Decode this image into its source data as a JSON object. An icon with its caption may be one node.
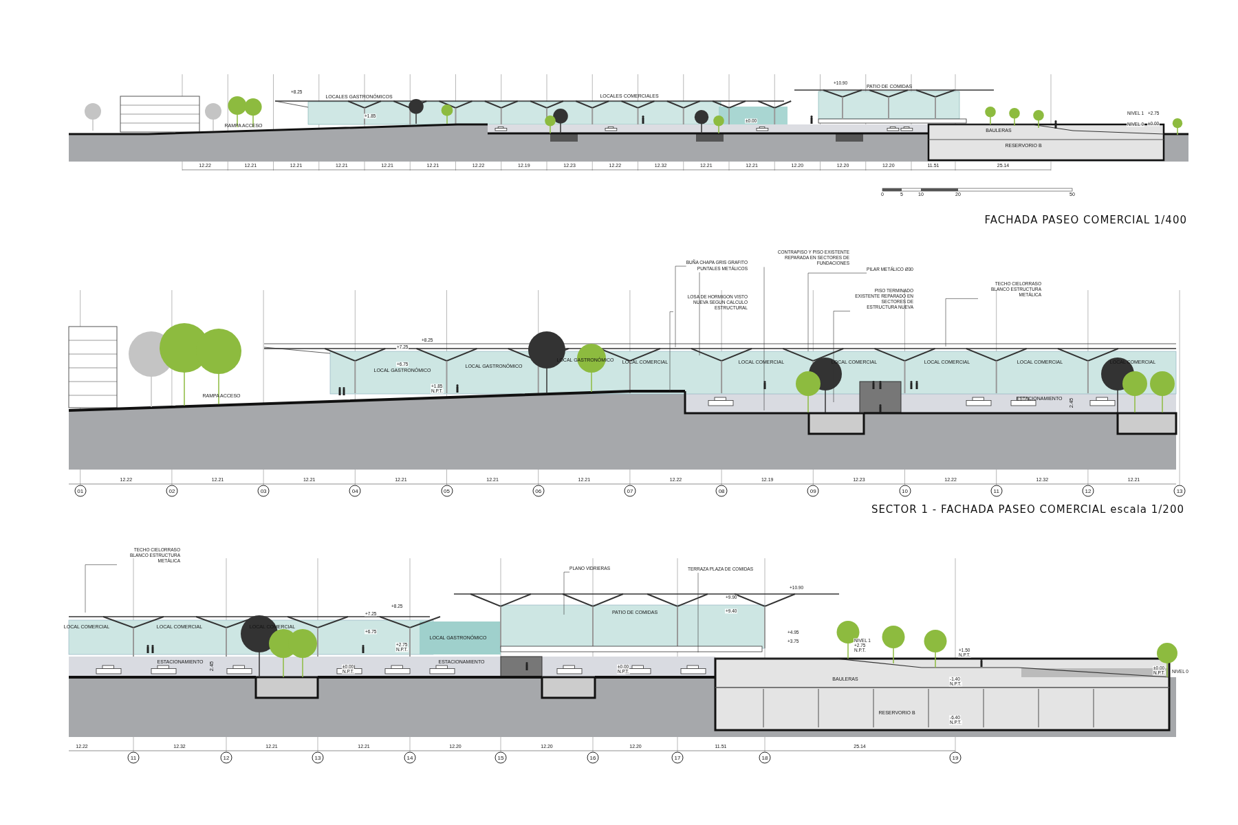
{
  "diagram": {
    "nodes": [
      {
        "text": [
          "BUÑA CHAPA GRIS GRAFITO"
        ]
      },
      {
        "text": [
          "PUNTALES METÁLICOS"
        ]
      },
      {
        "text": [
          "LOSA DE HORMIGON VISTO NUEVA SEGUN CALCULO ESTRUCTURAL"
        ]
      },
      {
        "text": [
          "CONTRAPISO Y PISO EXISTENTE REPARADA EN SECTORES DE FUNDACIONES"
        ]
      },
      {
        "text": [
          "PILAR METÁLICO Ø30"
        ]
      },
      {
        "text": [
          "PISO TERMINADO EXISTENTE REPARADO EN SECTORES DE ESTRUCTURA NUEVA"
        ]
      },
      {
        "text": [
          "TECHO CIELORRASO BLANCO ESTRUCTURA METÁLICA"
        ]
      },
      {
        "text": [
          "TECHO CIELORRASO BLANCO ESTRUCTURA METÁLICA"
        ]
      },
      {
        "text": [
          "PLANO VIDRIERAS"
        ]
      },
      {
        "text": [
          "TERRAZA PLAZA DE COMIDAS"
        ]
      }
    ],
    "edges": [
      {
        "from": 0,
        "to": null,
        "arrow": "none"
      },
      {
        "from": 1,
        "to": null,
        "arrow": "none"
      },
      {
        "from": 2,
        "to": null,
        "arrow": "none"
      },
      {
        "from": 3,
        "to": null,
        "arrow": "none"
      },
      {
        "from": 4,
        "to": null,
        "arrow": "none"
      },
      {
        "from": 5,
        "to": null,
        "arrow": "none"
      },
      {
        "from": 6,
        "to": null,
        "arrow": "none"
      },
      {
        "from": 7,
        "to": null,
        "arrow": "none"
      },
      {
        "from": 8,
        "to": null,
        "arrow": "none"
      },
      {
        "from": 9,
        "to": null,
        "arrow": "none"
      }
    ],
    "labels": [
      "+8.25",
      "LOCALES GASTRONÓMICOS",
      "LOCALES COMERCIALES",
      "+10.90",
      "PATIO DE COMIDAS",
      "NIVEL 1",
      "+2.75",
      "RAMPA ACCESO",
      "+1.85",
      "±0.00",
      "BAULERAS",
      "NIVEL 0",
      "±0.00",
      "RESERVORIO B",
      "12.22",
      "12.21",
      "12.21",
      "12.21",
      "12.21",
      "12.21",
      "12.22",
      "12.19",
      "12.23",
      "12.22",
      "12.32",
      "12.21",
      "12.21",
      "12.20",
      "12.20",
      "12.20",
      "11.51",
      "25.14",
      "0",
      "5",
      "10",
      "20",
      "50",
      "FACHADA PASEO COMERCIAL 1/400",
      "+8.25",
      "+7.25",
      "+6.75",
      "LOCAL GASTRONÓMICO",
      "LOCAL GASTRONÓMICO",
      "LOCAL GASTRONÓMICO",
      "LOCAL COMERCIAL",
      "LOCAL COMERCIAL",
      "LOCAL COMERCIAL",
      "LOCAL COMERCIAL",
      "LOCAL COMERCIAL",
      "LOCAL COMERCIAL",
      "RAMPA ACCESO",
      "+1.85",
      "N.P.T.",
      "ESTACIONAMIENTO",
      "2.45",
      "12.22",
      "12.21",
      "12.21",
      "12.21",
      "12.21",
      "12.21",
      "12.22",
      "12.19",
      "12.23",
      "12.22",
      "12.32",
      "12.21",
      "01",
      "02",
      "03",
      "04",
      "05",
      "06",
      "07",
      "08",
      "09",
      "10",
      "11",
      "12",
      "13",
      "SECTOR 1 - FACHADA PASEO COMERCIAL escala 1/200",
      "LOCAL COMERCIAL",
      "LOCAL COMERCIAL",
      "LOCAL COMERCIAL",
      "+8.25",
      "+7.25",
      "+6.75",
      "LOCAL GASTRONÓMICO",
      "+2.75",
      "N.P.T.",
      "ESTACIONAMIENTO",
      "2.45",
      "ESTACIONAMIENTO",
      "±0.00",
      "N.P.T.",
      "±0.00",
      "N.P.T.",
      "PATIO DE COMIDAS",
      "+10.90",
      "+9.90",
      "+9.40",
      "+4.95",
      "+3.75",
      "NIVEL 1",
      "+2.75",
      "N.P.T.",
      "+1.50",
      "N.P.T.",
      "BAULERAS",
      "-1.40",
      "N.P.T.",
      "RESERVORIO B",
      "-6.40",
      "N.P.T.",
      "±0.00",
      "N.P.T.",
      "NIVEL 0",
      "12.22",
      "12.32",
      "12.21",
      "12.21",
      "12.20",
      "12.20",
      "12.20",
      "11.51",
      "25.14",
      "11",
      "12",
      "13",
      "14",
      "15",
      "16",
      "17",
      "18",
      "19"
    ]
  }
}
